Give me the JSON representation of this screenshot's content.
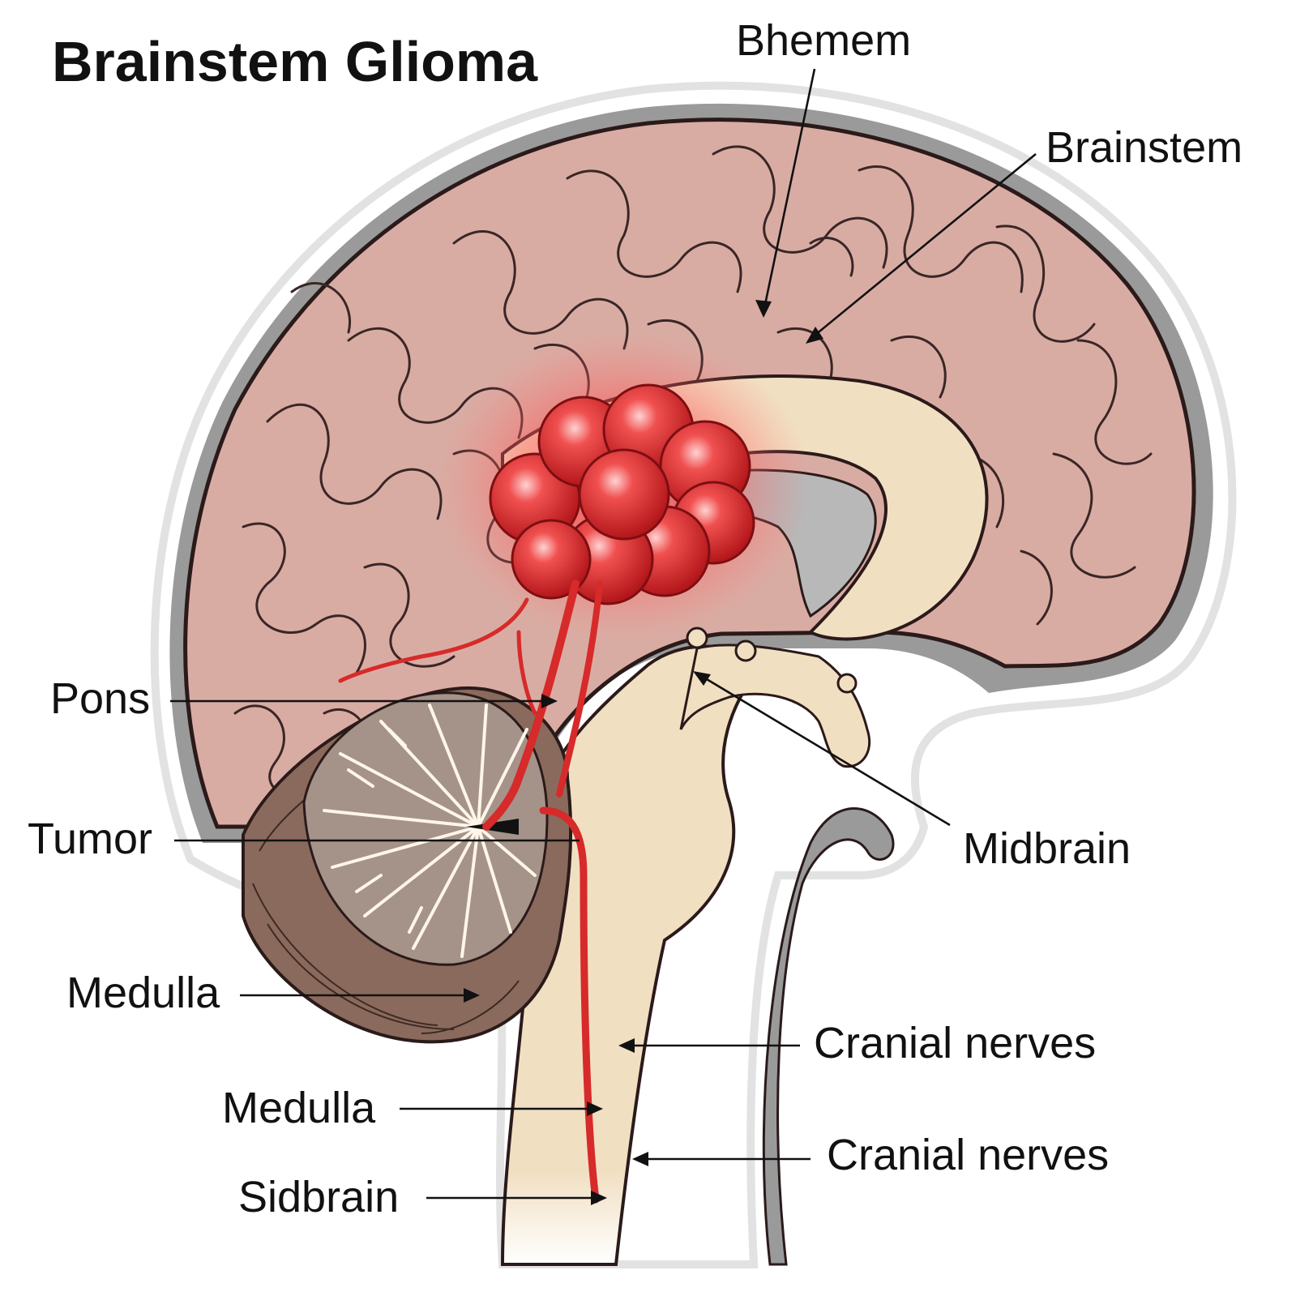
{
  "title": "Brainstem Glioma",
  "labels": {
    "bhemem": "Bhemem",
    "brainstem": "Brainstem",
    "pons": "Pons",
    "tumor": "Tumor",
    "midbrain": "Midbrain",
    "medulla_upper": "Medulla",
    "medulla_lower": "Medulla",
    "cranial_nerves_upper": "Cranial nerves",
    "cranial_nerves_lower": "Cranial nerves",
    "sidbrain": "Sidbrain"
  },
  "colors": {
    "cortex": "#d9aca3",
    "cortex_outline": "#2b1a1a",
    "skull_band": "#9a9a9a",
    "white_matter": "#f1dfc2",
    "cerebellum_outer": "#8a6a5c",
    "cerebellum_inner": "#a5938a",
    "tumor": "#e0282b",
    "vessel": "#d72a2a"
  }
}
